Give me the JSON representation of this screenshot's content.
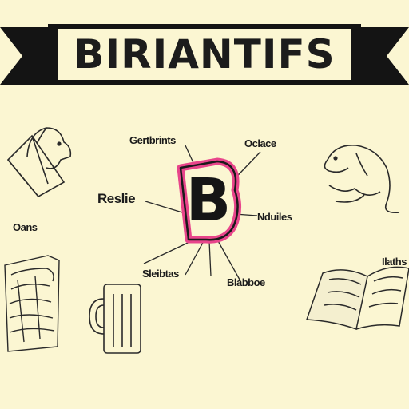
{
  "banner": {
    "title": "BIRIANTIFS"
  },
  "center": {
    "letter": "B"
  },
  "labels": {
    "top_left": "Gertbrints",
    "top_right": "Oclace",
    "left": "Reslie",
    "right": "Nduiles",
    "bottom_left": "Sleibtas",
    "bottom_right": "Blabboe",
    "dog_caption": "Oans",
    "book_caption": "Ilaths"
  },
  "colors": {
    "background": "#fbf6d2",
    "banner": "#141414",
    "logo_outline": "#e8458b"
  }
}
